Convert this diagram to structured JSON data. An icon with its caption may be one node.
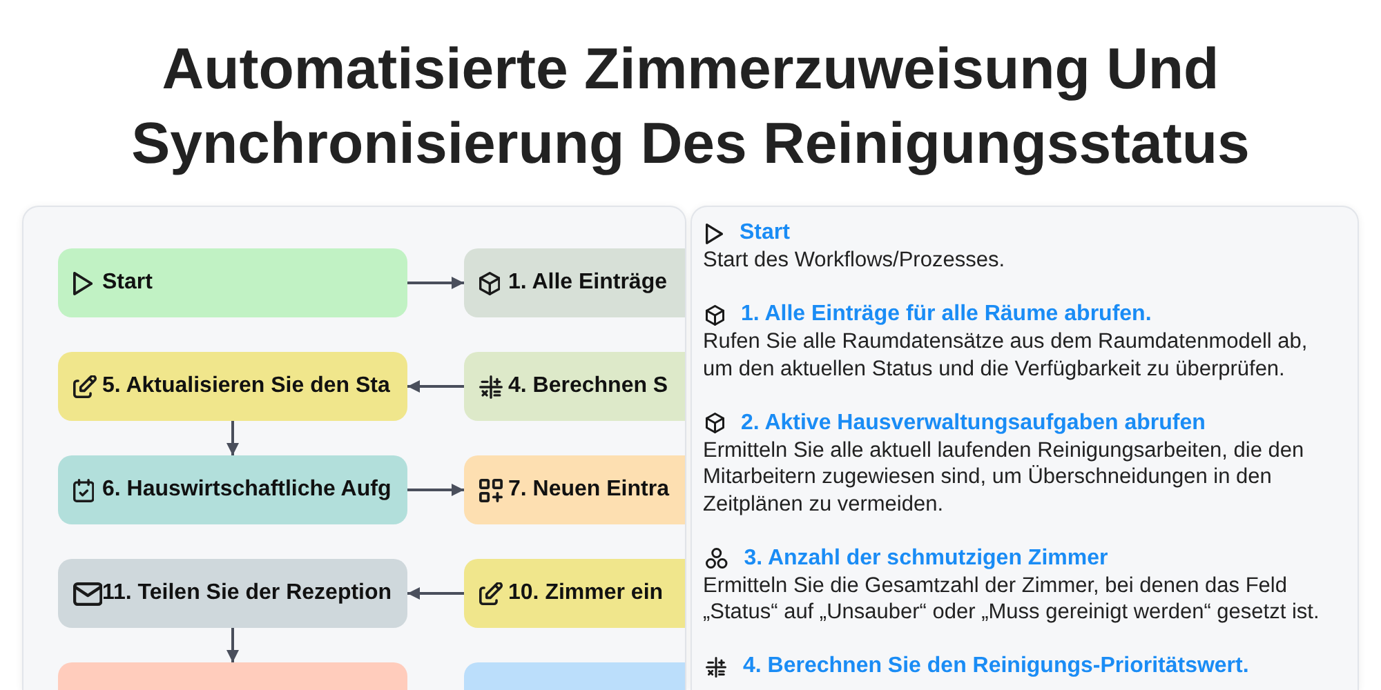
{
  "diagram": {
    "title": "Automatisierte Zimmerzuweisung Und Synchronisierung Des Reinigungsstatus",
    "nodes": [
      {
        "text": [
          "Start"
        ]
      },
      {
        "text": [
          "1. Alle Einträge"
        ]
      },
      {
        "text": [
          "5. Aktualisieren Sie den Sta"
        ]
      },
      {
        "text": [
          "4. Berechnen S"
        ]
      },
      {
        "text": [
          "6. Hauswirtschaftliche Aufg"
        ]
      },
      {
        "text": [
          "7. Neuen Eintra"
        ]
      },
      {
        "text": [
          "11. Teilen Sie der Rezeption"
        ]
      },
      {
        "text": [
          "10. Zimmer ein"
        ]
      },
      {
        "text": [],
        "shape": "box"
      },
      {
        "text": [],
        "shape": "box"
      },
      {
        "text": [
          "Start",
          "Start des Workflows/Prozesses.",
          "1. Alle Einträge für alle Räume abrufen.",
          "Rufen Sie alle Raumdatensätze aus dem Raumdatenmodell ab, um den aktuellen Status und die Verfügbarkeit zu überprüfen.",
          "2. Aktive Hausverwaltungsaufgaben abrufen",
          "Ermitteln Sie alle aktuell laufenden Reinigungsarbeiten, die den Mitarbeitern zugewiesen sind, um Überschneidungen in den Zeitplänen zu vermeiden.",
          "3. Anzahl der schmutzigen Zimmer",
          "Ermitteln Sie die Gesamtzahl der Zimmer, bei denen das Feld „Status“ auf „Unsauber“ oder „Muss gereinigt werden“ gesetzt ist.",
          "4. Berechnen Sie den Reinigungs-Prioritätswert."
        ]
      }
    ],
    "edges": [
      {
        "from": 0,
        "to": 1,
        "arrow": "to"
      },
      {
        "from": 3,
        "to": 2,
        "arrow": "to"
      },
      {
        "from": 2,
        "to": 4,
        "arrow": "to"
      },
      {
        "from": 4,
        "to": 5,
        "arrow": "to"
      },
      {
        "from": 7,
        "to": 6,
        "arrow": "to"
      },
      {
        "from": 6,
        "to": 8,
        "arrow": "to"
      }
    ]
  }
}
